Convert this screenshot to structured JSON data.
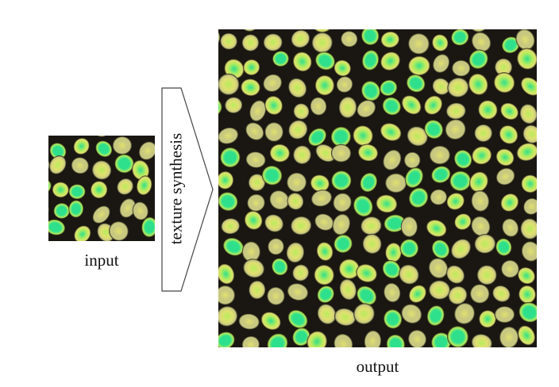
{
  "diagram": {
    "process_label": "texture synthesis",
    "input_label": "input",
    "output_label": "output"
  },
  "colors": {
    "cell_border": "#1a1712",
    "cell_green": "#2ee08c",
    "cell_lime": "#b8ec5c",
    "cell_yellow": "#e0e070",
    "cell_olive": "#c8c880",
    "arrow_stroke": "#444444"
  }
}
